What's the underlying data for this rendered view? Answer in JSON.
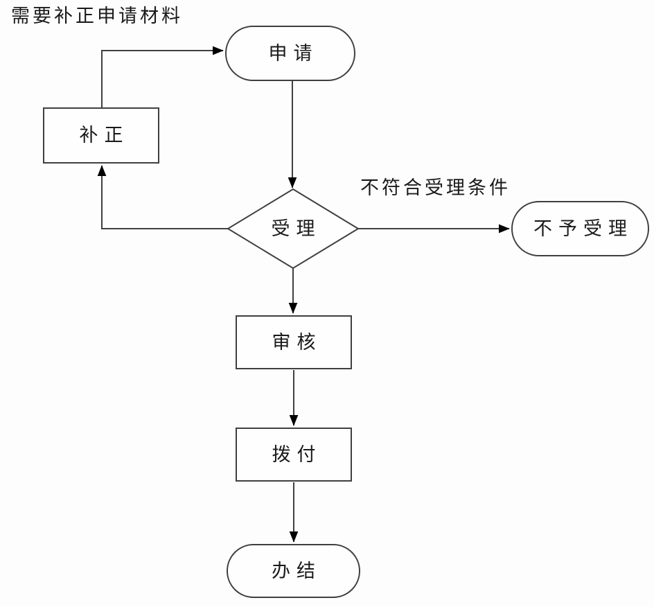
{
  "diagram": {
    "type": "flowchart",
    "nodes": {
      "apply": {
        "label": "申请",
        "shape": "stadium"
      },
      "supplement": {
        "label": "补正",
        "shape": "rectangle"
      },
      "accept": {
        "label": "受理",
        "shape": "diamond"
      },
      "reject": {
        "label": "不予受理",
        "shape": "stadium"
      },
      "review": {
        "label": "审核",
        "shape": "rectangle"
      },
      "disburse": {
        "label": "拨付",
        "shape": "rectangle"
      },
      "complete": {
        "label": "办结",
        "shape": "stadium"
      }
    },
    "edge_labels": {
      "need_supplement": "需要补正申请材料",
      "not_meet_conditions": "不符合受理条件"
    },
    "edges": [
      {
        "from": "apply",
        "to": "accept",
        "label": ""
      },
      {
        "from": "accept",
        "to": "reject",
        "label": "不符合受理条件"
      },
      {
        "from": "accept",
        "to": "supplement",
        "label": ""
      },
      {
        "from": "supplement",
        "to": "apply",
        "label": "需要补正申请材料"
      },
      {
        "from": "accept",
        "to": "review",
        "label": ""
      },
      {
        "from": "review",
        "to": "disburse",
        "label": ""
      },
      {
        "from": "disburse",
        "to": "complete",
        "label": ""
      }
    ],
    "colors": {
      "stroke": "#3f3f3f",
      "arrowhead": "#000000",
      "text": "#1a1a1a",
      "node_fill": "#fefefe",
      "background": "#fdfdfd"
    }
  }
}
